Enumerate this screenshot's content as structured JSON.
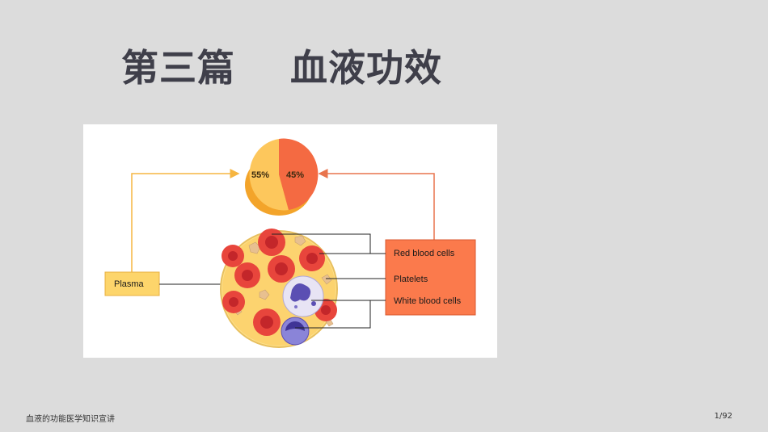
{
  "slide": {
    "title": "第三篇    血液功效",
    "footer_left": "血液的功能医学知识宣讲",
    "page_number": "1/92"
  },
  "diagram": {
    "pie": {
      "plasma_percent_label": "55%",
      "cells_percent_label": "45%",
      "plasma_fraction": 0.55,
      "cells_fraction": 0.45
    },
    "labels": {
      "plasma": "Plasma",
      "red_blood_cells": "Red blood cells",
      "platelets": "Platelets",
      "white_blood_cells": "White blood cells"
    },
    "colors": {
      "plasma": "#fdc75c",
      "cells": "#f46a42",
      "plasma_box": "#fdd56b",
      "cells_box": "#fb7a4c",
      "arrow_plasma": "#f6b540",
      "arrow_cells": "#e8744d"
    }
  }
}
